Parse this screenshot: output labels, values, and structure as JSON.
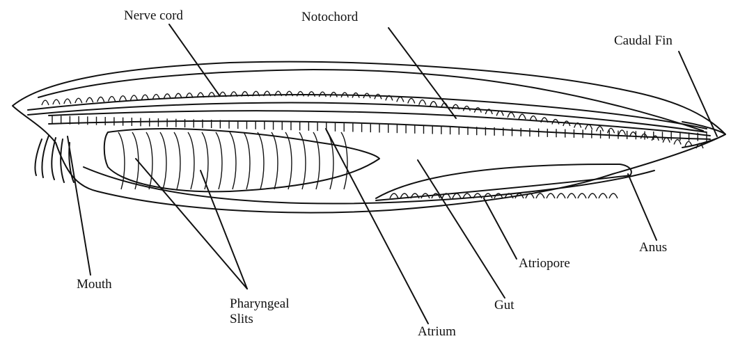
{
  "labels": {
    "nerve_cord": "Nerve cord",
    "notochord": "Notochord",
    "caudal_fin": "Caudal Fin",
    "mouth": "Mouth",
    "pharyngeal_slits": [
      "Pharyngeal",
      "Slits"
    ],
    "atrium": "Atrium",
    "gut": "Gut",
    "atriopore": "Atriopore",
    "anus": "Anus"
  },
  "colors": {
    "ink": "#111111",
    "background": "#ffffff"
  }
}
